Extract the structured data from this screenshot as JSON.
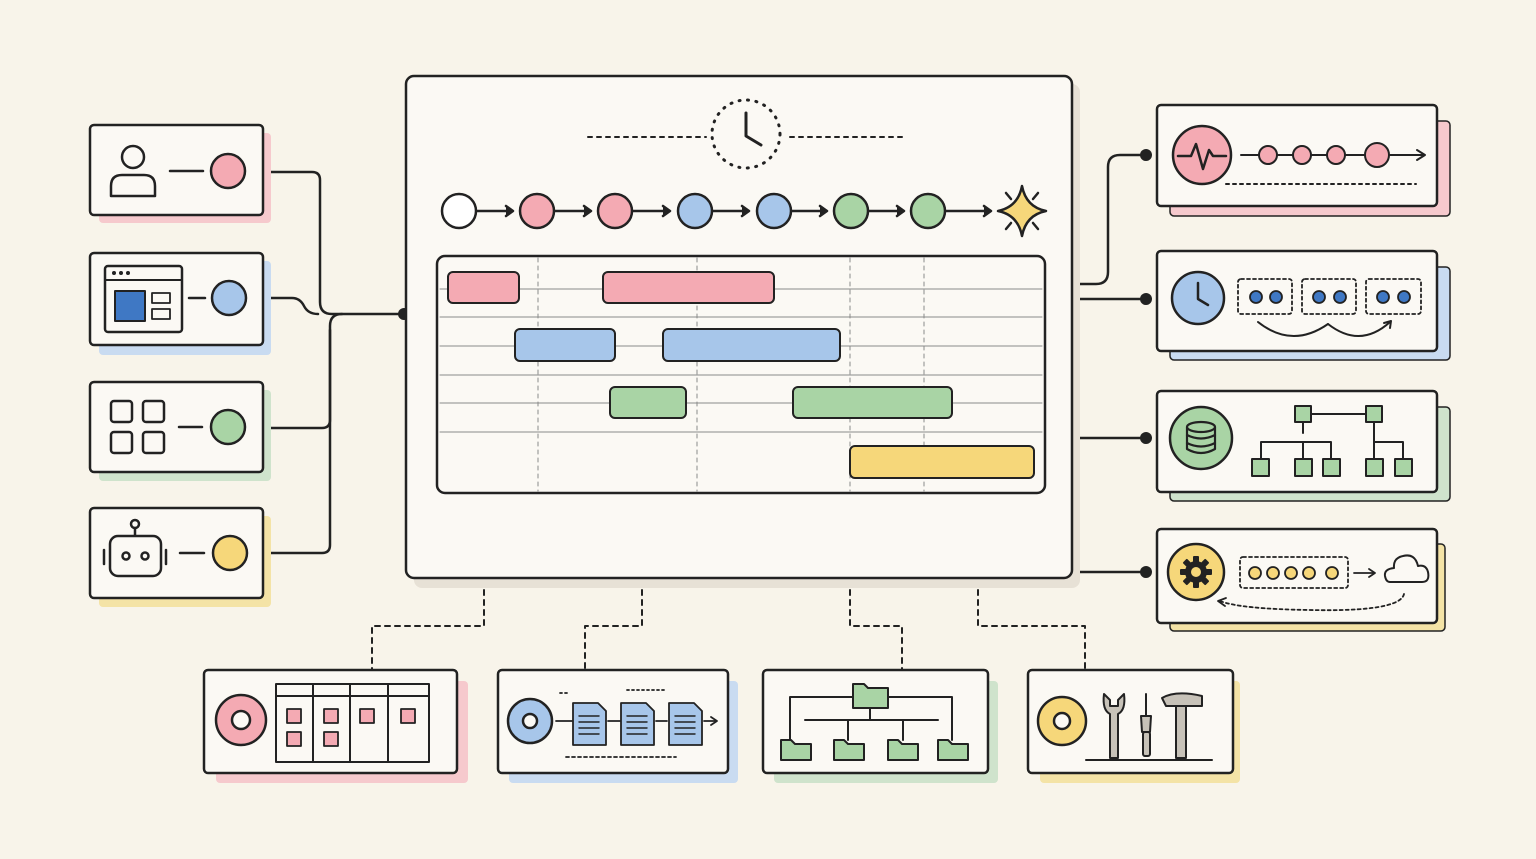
{
  "palette": {
    "background": "#f8f4ea",
    "card": "#fbf9f4",
    "ink": "#222222",
    "pink": "#f4aab3",
    "pink_shadow": "#f6c9cd",
    "blue": "#a7c6ea",
    "blue_dark": "#3f78c4",
    "blue_shadow": "#c9dbf1",
    "green": "#a9d4a5",
    "green_shadow": "#cfe3cc",
    "yellow": "#f6d77a",
    "yellow_shadow": "#f4e3a6",
    "grid_line": "#8a8a8a"
  },
  "left_inputs": [
    {
      "icon": "user-icon",
      "status": "pink"
    },
    {
      "icon": "browser-window-icon",
      "status": "blue"
    },
    {
      "icon": "app-grid-icon",
      "status": "green"
    },
    {
      "icon": "robot-icon",
      "status": "yellow"
    }
  ],
  "central_panel": {
    "header_icon": "clock-icon",
    "pipeline_stages": [
      "white",
      "pink",
      "pink",
      "blue",
      "blue",
      "green",
      "green"
    ],
    "pipeline_end_icon": "sparkle-icon",
    "timeline_lanes": [
      {
        "color": "pink",
        "tasks": 2
      },
      {
        "color": "blue",
        "tasks": 2
      },
      {
        "color": "green",
        "tasks": 2
      },
      {
        "color": "yellow",
        "tasks": 1
      }
    ]
  },
  "right_outputs": [
    {
      "icon": "heartbeat-icon",
      "status": "pink"
    },
    {
      "icon": "clock-icon",
      "status": "blue"
    },
    {
      "icon": "database-icon",
      "status": "green"
    },
    {
      "icon": "gear-icon",
      "status": "yellow"
    }
  ],
  "bottom_modules": [
    {
      "icon": "target-icon",
      "detail": "kanban-board-icon",
      "status": "pink"
    },
    {
      "icon": "target-icon",
      "detail": "documents-icon",
      "status": "blue"
    },
    {
      "icon": "folder-tree-icon",
      "status": "green"
    },
    {
      "icon": "target-icon",
      "detail": "tools-icon",
      "status": "yellow"
    }
  ]
}
